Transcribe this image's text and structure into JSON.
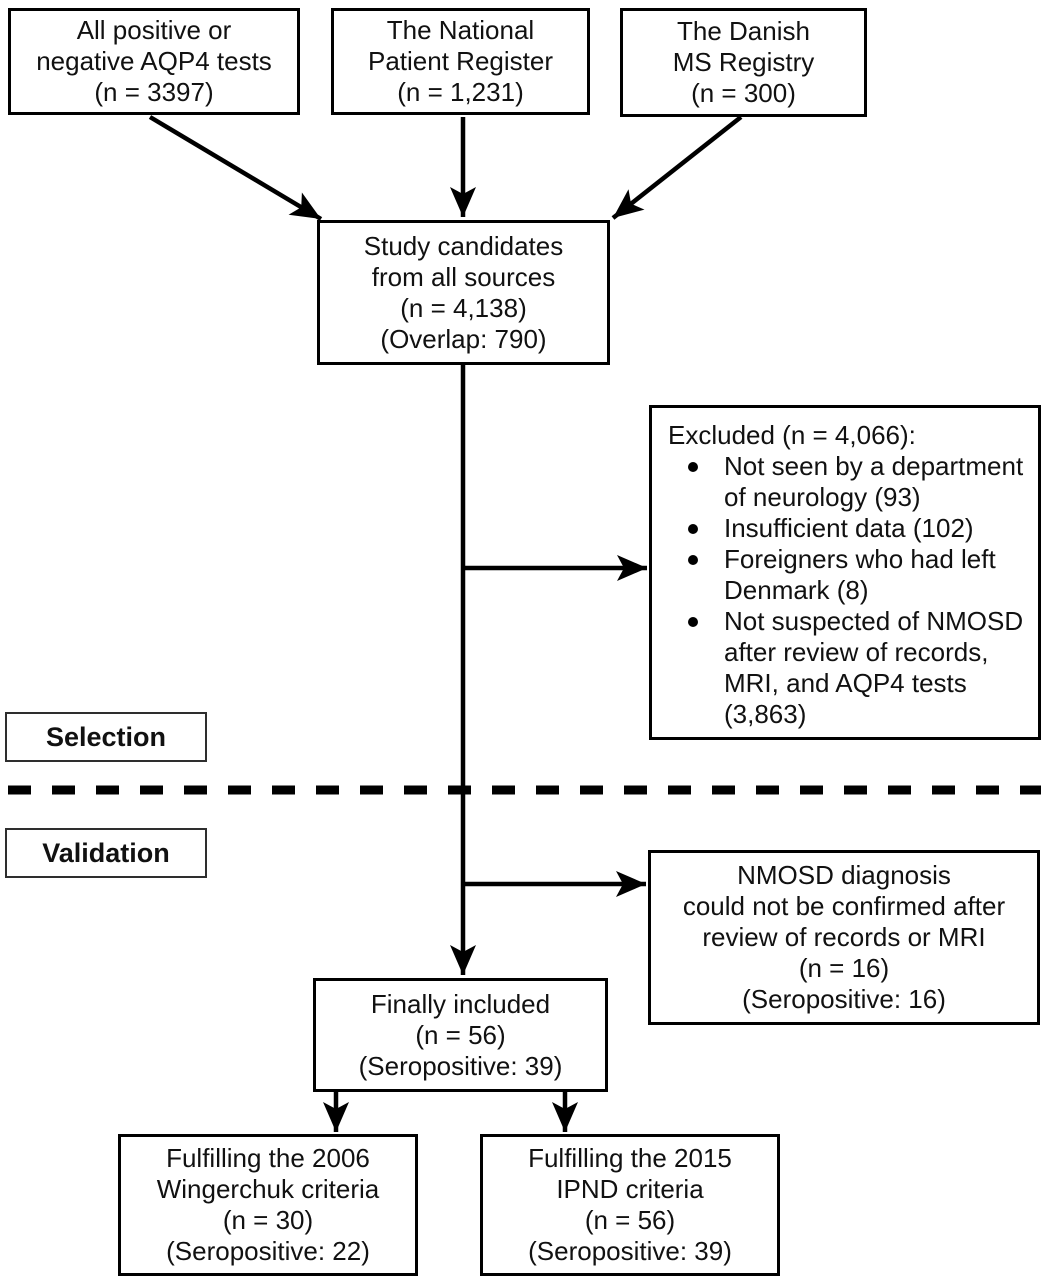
{
  "figure": {
    "boxes": {
      "aqp4_tests": {
        "text": "All positive or\nnegative AQP4 tests\n(n = 3397)"
      },
      "national_patient_register": {
        "text": "The National\nPatient Register\n(n = 1,231)"
      },
      "danish_ms_registry": {
        "text": "The Danish\nMS Registry\n(n = 300)"
      },
      "study_candidates": {
        "text": "Study candidates\nfrom all sources\n(n = 4,138)\n(Overlap: 790)"
      },
      "excluded": {
        "title": "Excluded (n = 4,066):",
        "items": [
          "Not seen by a department\nof neurology (93)",
          "Insufficient data (102)",
          "Foreigners who had left\nDenmark (8)",
          "Not suspected of NMOSD\nafter review of records,\nMRI, and AQP4 tests\n(3,863)"
        ]
      },
      "nmosd_not_confirmed": {
        "text": "NMOSD diagnosis\ncould not be confirmed after\nreview of records or MRI\n(n = 16)\n(Seropositive: 16)"
      },
      "finally_included": {
        "text": "Finally included\n(n = 56)\n(Seropositive: 39)"
      },
      "wingerchuk_2006": {
        "text": "Fulfilling the 2006\nWingerchuk criteria\n(n = 30)\n(Seropositive: 22)"
      },
      "ipnd_2015": {
        "text": "Fulfilling the 2015\nIPND criteria\n(n = 56)\n(Seropositive: 39)"
      }
    },
    "phase_labels": {
      "selection": "Selection",
      "validation": "Validation"
    },
    "colors": {
      "line": "#000000",
      "text": "#111111",
      "background": "#ffffff"
    }
  }
}
